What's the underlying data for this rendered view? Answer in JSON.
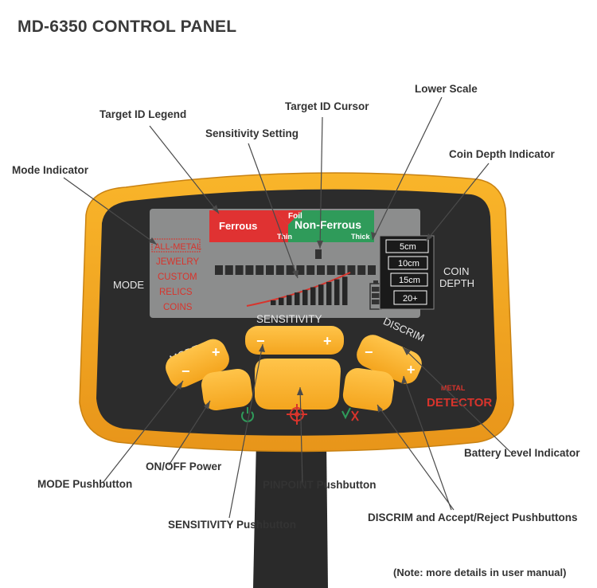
{
  "title": "MD-6350 CONTROL PANEL",
  "callouts": {
    "lower_scale": "Lower Scale",
    "target_id_cursor": "Target ID Cursor",
    "target_id_legend": "Target ID Legend",
    "sensitivity_setting": "Sensitivity Setting",
    "coin_depth_indicator": "Coin Depth Indicator",
    "mode_indicator": "Mode Indicator",
    "battery_level_indicator": "Battery Level Indicator",
    "on_off_power": "ON/OFF Power",
    "mode_pushbutton": "MODE Pushbutton",
    "pinpoint_pushbutton": "PINPOINT Pushbutton",
    "discrim_pushbuttons": "DISCRIM and Accept/Reject Pushbuttons",
    "sensitivity_pushbutton": "SENSITIVITY Pushbutton"
  },
  "note": "(Note: more details in user manual)",
  "display": {
    "ferrous": "Ferrous",
    "foil": "Foil",
    "non_ferrous": "Non-Ferrous",
    "thin": "Thin",
    "thick": "Thick",
    "modes": [
      "ALL-METAL",
      "JEWELRY",
      "CUSTOM",
      "RELICS",
      "COINS"
    ],
    "depths": [
      "5cm",
      "10cm",
      "15cm",
      "20+"
    ]
  },
  "panel": {
    "mode_label": "MODE",
    "coin_label_1": "COIN",
    "coin_label_2": "DEPTH",
    "sensitivity_label": "SENSITIVITY",
    "mode_button_label": "MODE",
    "discrim_label": "DISCRIM",
    "logo_top": "METAL",
    "logo_bottom": "DETECTOR"
  },
  "button_glyphs": {
    "minus": "−",
    "plus": "+"
  },
  "colors": {
    "bezel": "#f5a71c",
    "face": "#2c2c2c",
    "display": "#8c8d8d",
    "button": "#fbb330",
    "ferrous": "#e03232",
    "non_ferrous": "#2f9b5a",
    "accent_red": "#d8342c"
  }
}
